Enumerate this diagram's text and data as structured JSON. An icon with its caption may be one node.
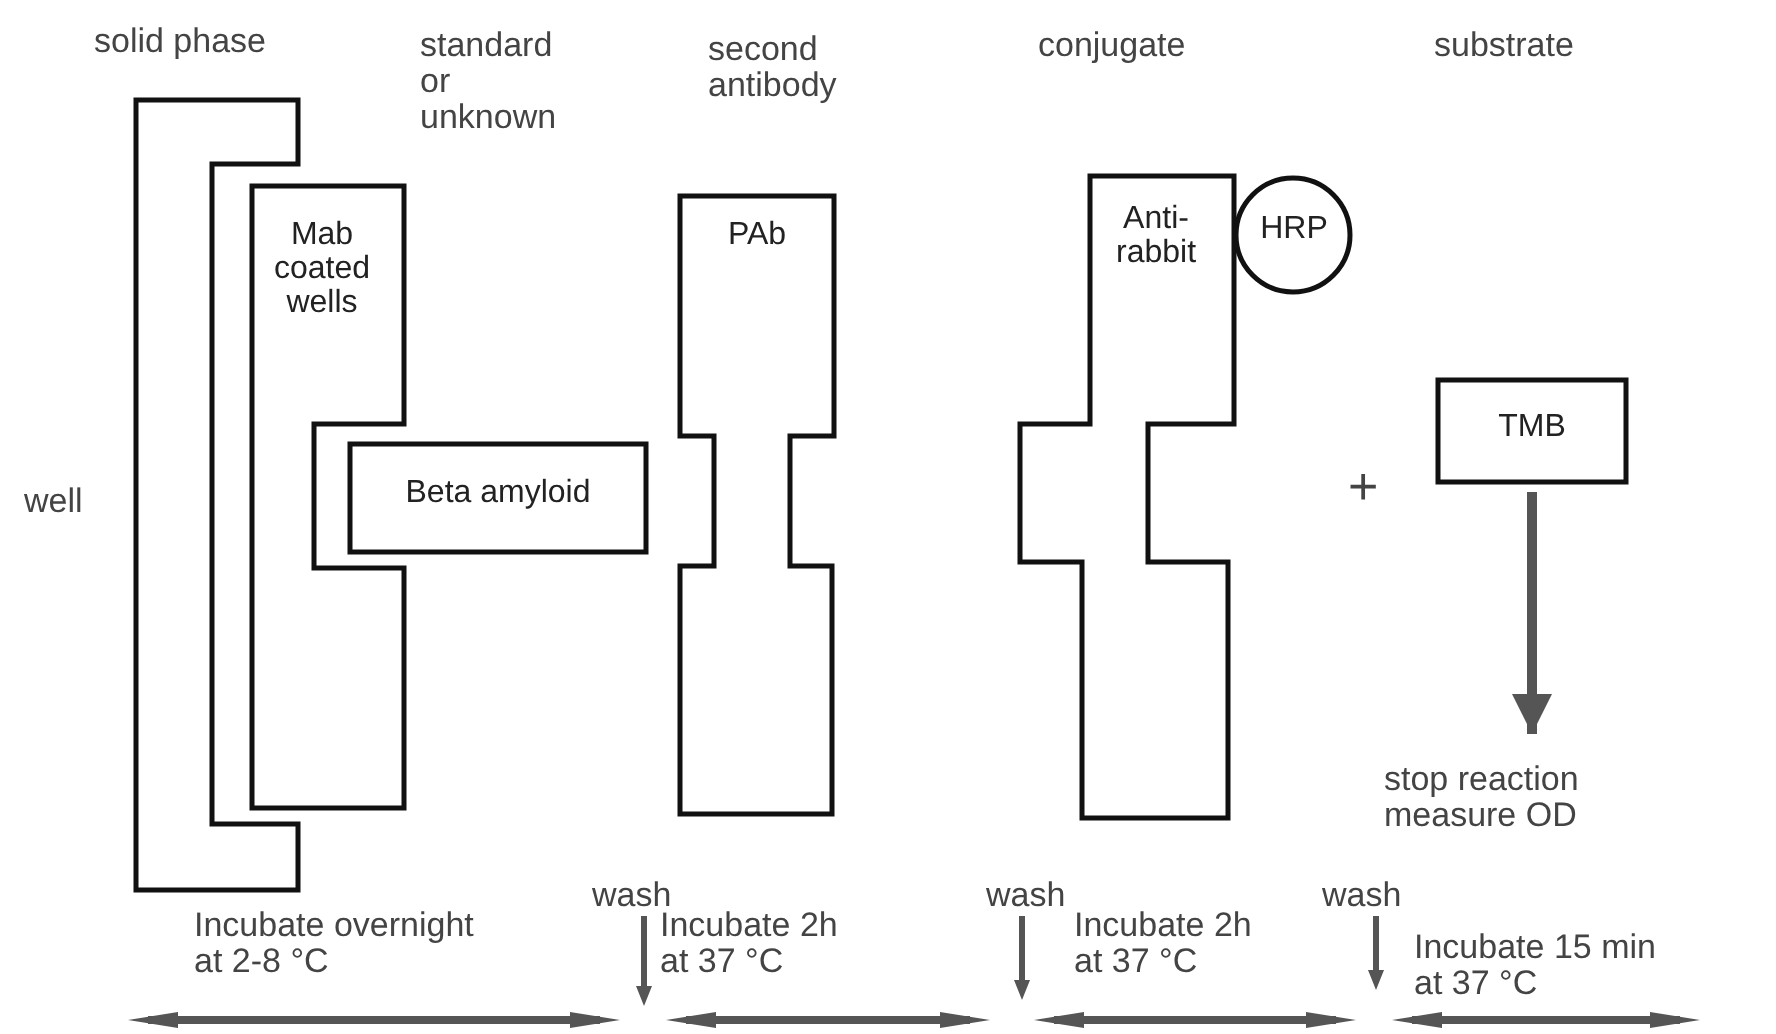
{
  "diagram": {
    "nodes": [
      {
        "text": [],
        "shape": "box",
        "beside": [
          "well"
        ]
      },
      {
        "text": [
          "Mab coated wells"
        ]
      },
      {
        "text": [
          "Beta amyloid"
        ]
      },
      {
        "text": [
          "PAb"
        ]
      },
      {
        "text": [
          "Anti-rabbit"
        ]
      },
      {
        "text": [
          "HRP"
        ]
      },
      {
        "text": [
          "TMB"
        ]
      },
      {
        "text": [
          "stop reaction measure OD"
        ]
      }
    ],
    "edges": [
      {
        "from": 6,
        "to": 7,
        "arrow": "to"
      }
    ],
    "labels": [
      "solid phase",
      "standard or unknown",
      "second antibody",
      "conjugate",
      "substrate",
      "+",
      "Incubate overnight at 2-8 °C",
      "wash",
      "Incubate 2h at 37 °C",
      "wash",
      "Incubate 2h at 37 °C",
      "wash",
      "Incubate 15 min at 37 °C"
    ]
  }
}
